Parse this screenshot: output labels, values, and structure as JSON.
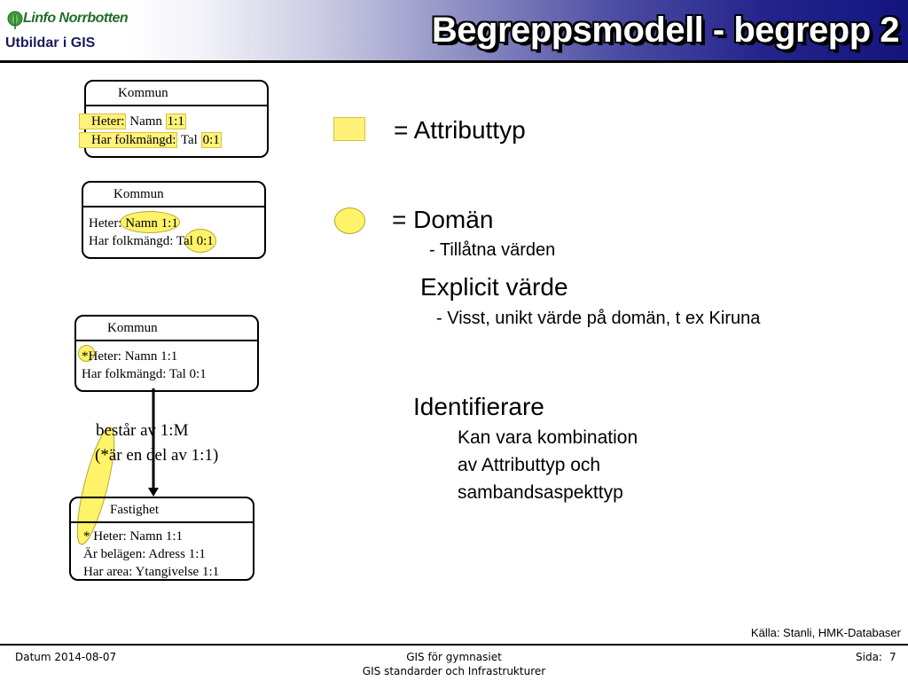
{
  "header": {
    "logo_top": "Linfo Norrbotten",
    "logo_bottom": "Utbildar i GIS",
    "title": "Begreppsmodell - begrepp 2"
  },
  "entities": {
    "kommun1": {
      "name": "Kommun",
      "row1": {
        "label": "Heter:",
        "domain": "Namn",
        "card": "1:1"
      },
      "row2": {
        "label": "Har folkmängd:",
        "domain": "Tal",
        "card": "0:1"
      }
    },
    "kommun2": {
      "name": "Kommun",
      "row1": {
        "label": "Heter:",
        "domain": "Namn",
        "card": "1:1"
      },
      "row2": {
        "label": "Har folkmängd:",
        "domain": "Tal",
        "card": "0:1"
      }
    },
    "kommun3": {
      "name": "Kommun",
      "row1": {
        "marker": "*",
        "text": "Heter: Namn 1:1"
      },
      "row2": {
        "text": "Har folkmängd: Tal 0:1"
      }
    },
    "fastighet": {
      "name": "Fastighet",
      "row1": {
        "marker": "*",
        "text": "Heter: Namn 1:1"
      },
      "row2": {
        "text": "Är belägen: Adress 1:1"
      },
      "row3": {
        "text": "Har area: Ytangivelse 1:1"
      }
    }
  },
  "relation": {
    "line1": "består av 1:M",
    "line2": "(*är en del av 1:1)"
  },
  "legend": {
    "attribut": "= Attributtyp",
    "doman": "= Domän",
    "doman_sub": "- Tillåtna värden",
    "explicit": "Explicit värde",
    "explicit_sub": "- Visst, unikt värde på domän, t ex Kiruna",
    "ident": "Identifierare",
    "ident_line1": "Kan vara kombination",
    "ident_line2": "av Attributtyp och",
    "ident_line3": "sambandsaspekttyp"
  },
  "source": "Källa: Stanli, HMK-Databaser",
  "footer": {
    "date": "Datum 2014-08-07",
    "course": "GIS för gymnasiet",
    "subtitle": "GIS standarder och Infrastrukturer",
    "page_label": "Sida:",
    "page_number": "7"
  },
  "colors": {
    "highlight": "#fff27a",
    "title_band": "#14147f",
    "logo_green": "#1f6e2a"
  }
}
